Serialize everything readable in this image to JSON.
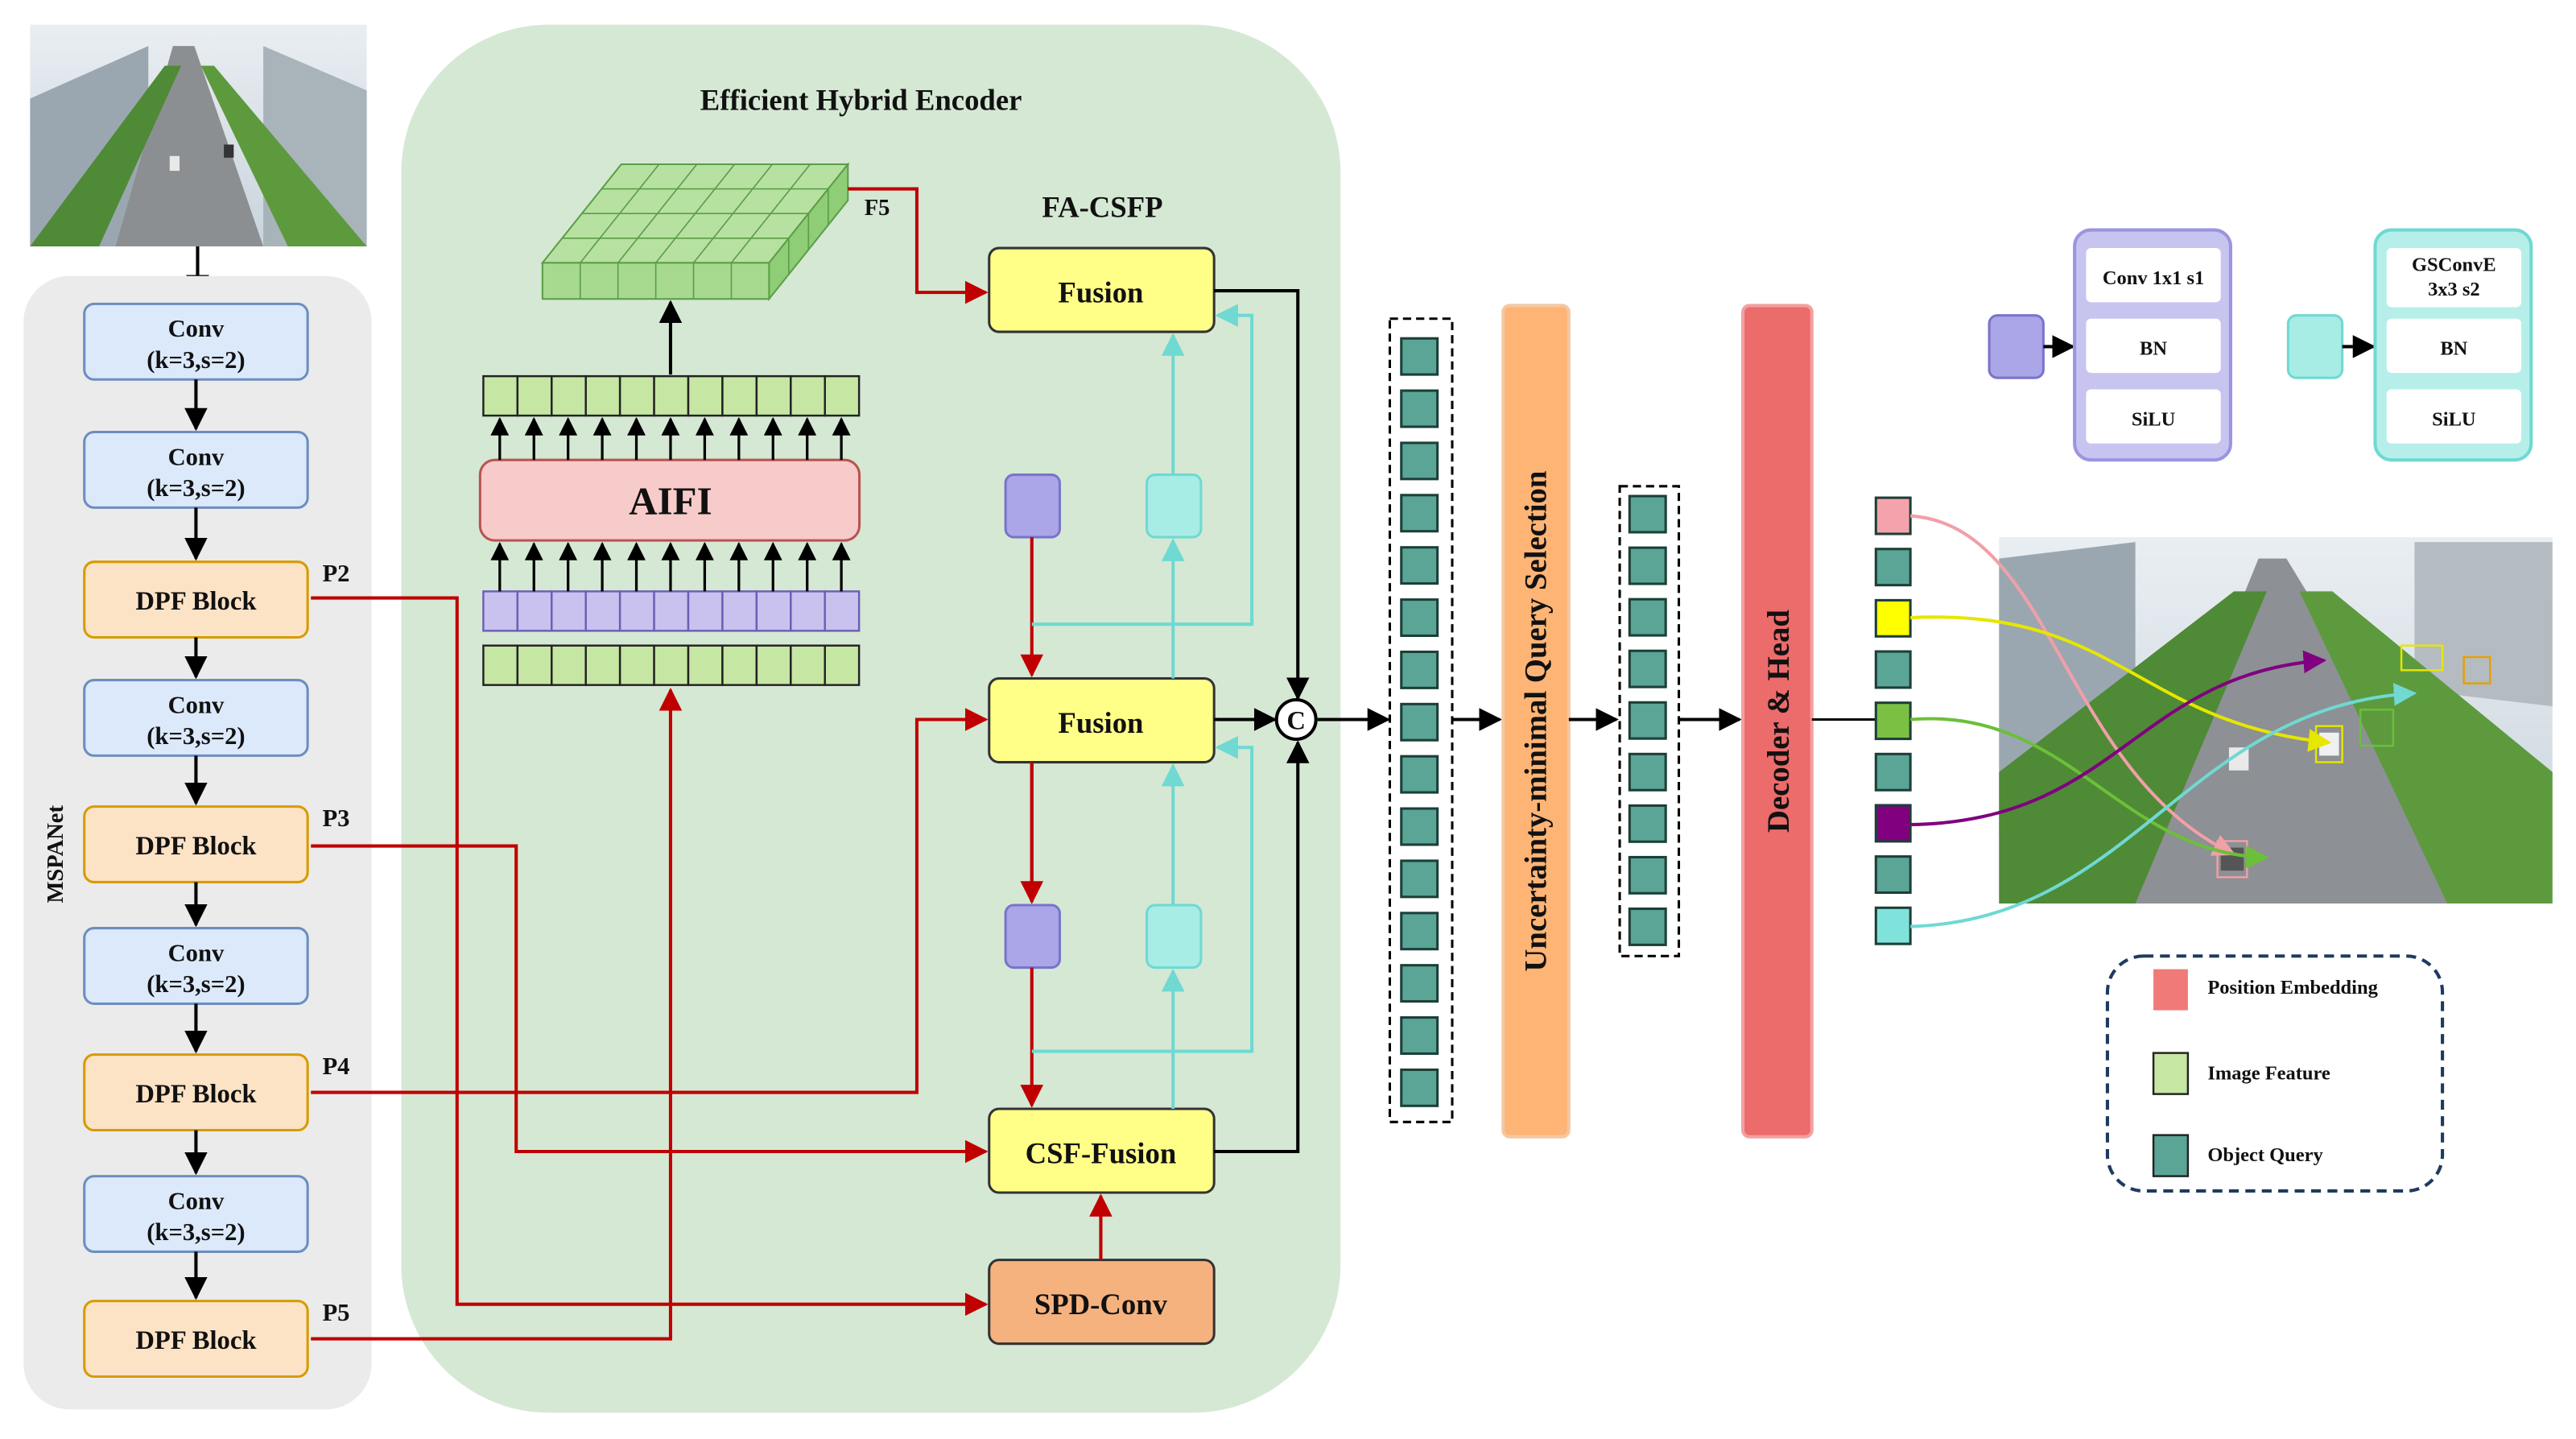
{
  "backbone": {
    "side_label": "MSPANet",
    "blocks": [
      {
        "l1": "Conv",
        "l2": "(k=3,s=2)"
      },
      {
        "l1": "Conv",
        "l2": "(k=3,s=2)"
      },
      {
        "l1": "DPF Block",
        "l2": "",
        "tap": "P2"
      },
      {
        "l1": "Conv",
        "l2": "(k=3,s=2)"
      },
      {
        "l1": "DPF Block",
        "l2": "",
        "tap": "P3"
      },
      {
        "l1": "Conv",
        "l2": "(k=3,s=2)"
      },
      {
        "l1": "DPF Block",
        "l2": "",
        "tap": "P4"
      },
      {
        "l1": "Conv",
        "l2": "(k=3,s=2)"
      },
      {
        "l1": "DPF Block",
        "l2": "",
        "tap": "P5"
      }
    ]
  },
  "encoder": {
    "title": "Efficient Hybrid Encoder",
    "aifi_label": "AIFI",
    "f5_label": "F5",
    "facsfp_title": "FA-CSFP",
    "fusion_top": "Fusion",
    "fusion_mid": "Fusion",
    "csf_fusion": "CSF-Fusion",
    "spd_conv": "SPD-Conv",
    "concat_symbol": "C"
  },
  "query_selection": "Uncertainty-minimal Query Selection",
  "decoder_head": "Decoder & Head",
  "legend_blocks": {
    "conv_block": [
      "Conv 1x1 s1",
      "BN",
      "SiLU"
    ],
    "gsconv_block": [
      "GSConvE",
      "3x3 s2",
      "BN",
      "SiLU"
    ]
  },
  "legend": {
    "items": [
      "Position Embedding",
      "Image Feature",
      "Object Query"
    ],
    "colors": [
      "#f07a78",
      "#c6e6a4",
      "#5aa596"
    ]
  },
  "colors": {
    "blue_block": "#dce9fb",
    "orange_block": "#fde3c6",
    "encoder_bg": "#d5e8d4",
    "yellow_block": "#ffff88",
    "spd": "#f5b27f",
    "query_bar": "#fdb475",
    "decoder_bar": "#ec6b6b",
    "red_arrow": "#c00000",
    "cyan_arrow": "#6fd9d2"
  },
  "query_colors": [
    "#f4a3ac",
    "#5aa596",
    "#ffff00",
    "#5aa596",
    "#7bc043",
    "#5aa596",
    "#800080",
    "#5aa596",
    "#7fe3dc"
  ]
}
